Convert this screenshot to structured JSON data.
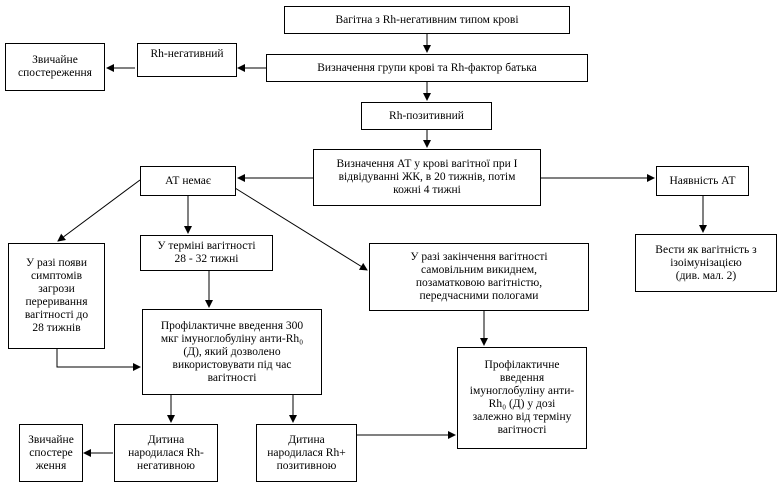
{
  "nodes": {
    "start": "Вагітна з Rh-негативним типом крові",
    "observe_top": "Звичайне\nспостереження",
    "rh_neg": "Rh-негативний",
    "father_test": "Визначення групи крові та Rh-фактор батька",
    "rh_pos": "Rh-позитивний",
    "at_test": "Визначення АТ у крові вагітної при І\nвідвідуванні ЖК, в 20 тижнів, потім\nкожні 4 тижні",
    "at_absent": "АТ немає",
    "at_present": "Наявність АТ",
    "isoimmune": "Вести як вагітність з\nізоімунізацією\n(див. мал. 2)",
    "threat": "У разі появи\nсимптомів\nзагрози\nпереривання\nвагітності до\n28 тижнів",
    "term": "У терміні вагітності\n28 - 32 тижні",
    "termination": "У разі закінчення вагітності\nсамовільним викиднем,\nпозаматковою вагітністю,\nпередчасними пологами",
    "prophylaxis": "Профілактичне введення 300\nмкг імуноглобуліну анти-Rh₀\n(Д), який дозволено\nвикористовувати під час\nвагітності",
    "prophylaxis_dose": "Профілактичне\nвведення\nімуноглобуліну анти-\nRh₀ (Д) у дозі\nзалежно від терміну\nвагітності",
    "observe_bottom": "Звичайне\nспостере\nження",
    "child_neg": "Дитина\nнародилася Rh-\nнегативною",
    "child_pos": "Дитина\nнародилася Rh+\nпозитивною"
  }
}
